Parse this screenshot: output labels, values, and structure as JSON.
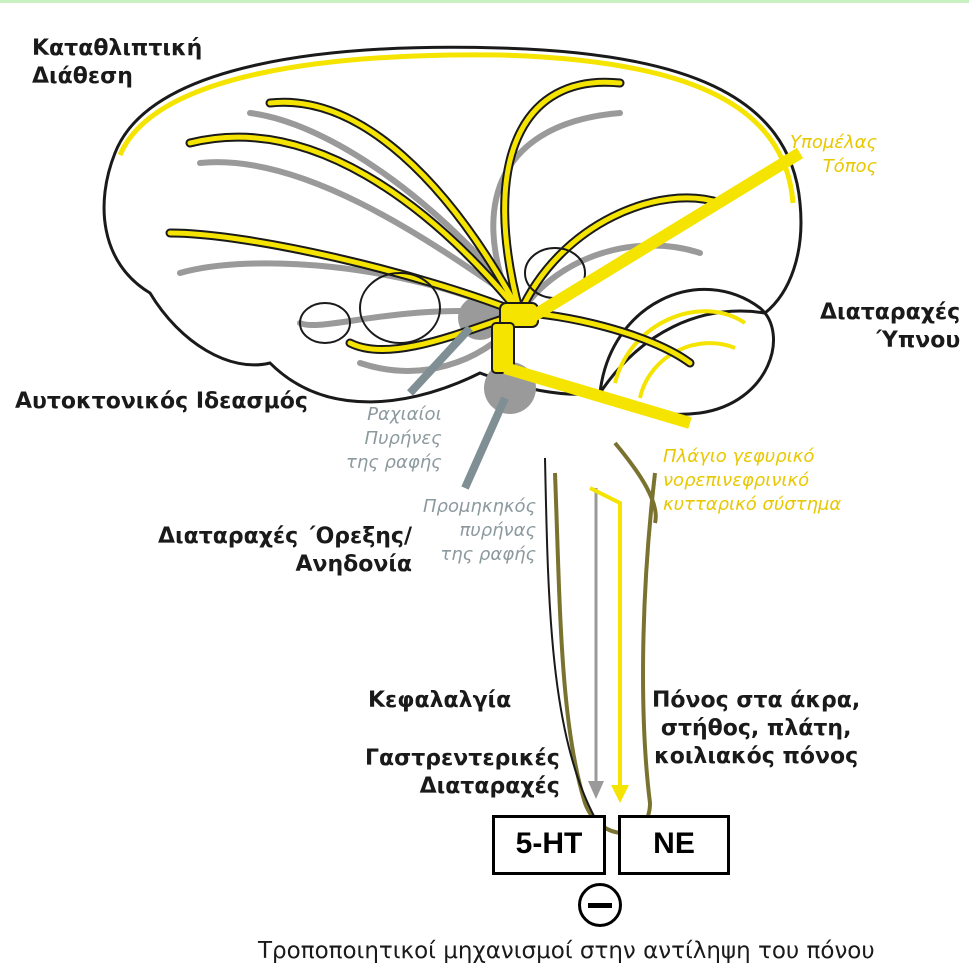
{
  "labels": {
    "depressed_mood": "Καταθλιπτική\nΔιάθεση",
    "locus": "Υπομέλας\nΤόπος",
    "sleep": "Διαταραχές\n΄Υπνου",
    "suicidal": "Αυτοκτονικός Ιδεασμός",
    "dorsal_raphe": "Ραχιαίοι\nΠυρήνες\nτης ραφής",
    "lateral_system": "Πλάγιο γεφυρικό\nνορεπινεφρινικό\nκυτταρικό σύστημα",
    "medullary_raphe": "Προμηκηκός\nπυρήνας\nτης ραφής",
    "appetite": "Διαταραχές ΄Ορεξης/\nΑνηδονία",
    "headache": "Κεφαλαλγία",
    "gi": "Γαστρεντερικές\nΔιαταραχές",
    "pain": "Πόνος στα άκρα,\nστήθος, πλάτη,\nκοιλιακός πόνος",
    "serotonin": "5-HT",
    "norepinephrine": "NE",
    "bottom_caption": "Τροποποιητικοί μηχανισμοί στην αντίληψη του πόνου"
  },
  "colors": {
    "yellow": "#f5e400",
    "yellow_text": "#e8c800",
    "gray": "#9a9a9a",
    "gray_text": "#8c9a9e",
    "olive": "#7a7330",
    "outline": "#1a1a1a"
  }
}
